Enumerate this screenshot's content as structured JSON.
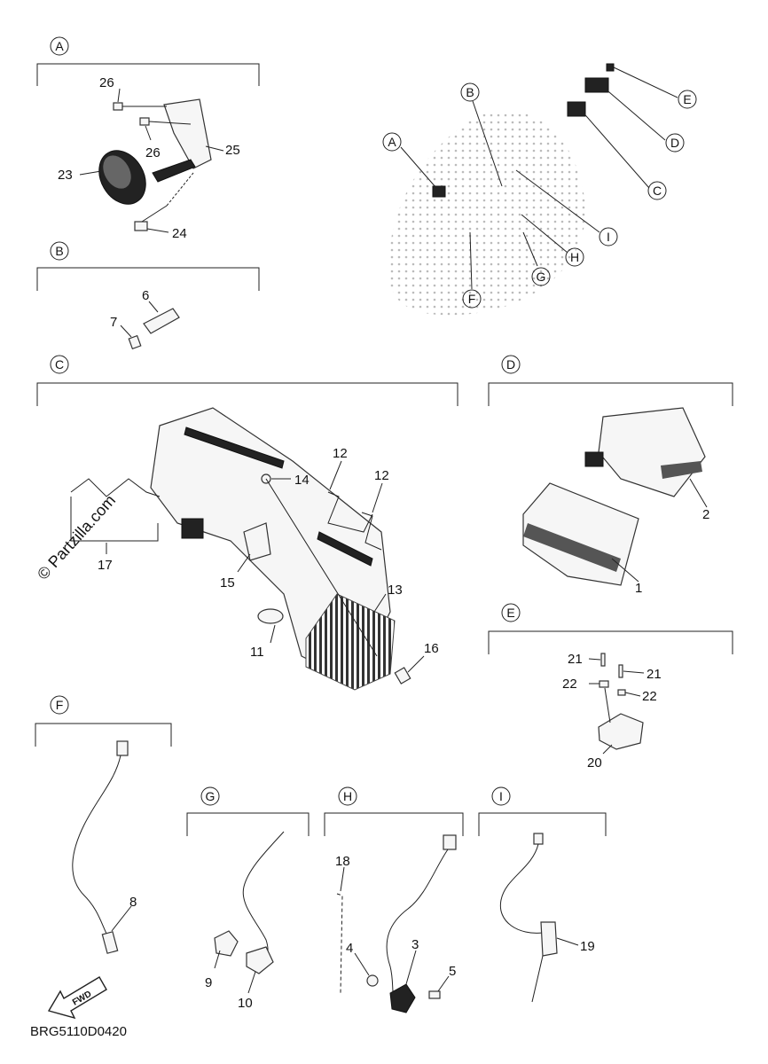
{
  "sections": [
    {
      "letter": "A"
    },
    {
      "letter": "B"
    },
    {
      "letter": "C"
    },
    {
      "letter": "D"
    },
    {
      "letter": "E"
    },
    {
      "letter": "F"
    },
    {
      "letter": "G"
    },
    {
      "letter": "H"
    },
    {
      "letter": "I"
    }
  ],
  "overview_callouts": [
    "A",
    "B",
    "C",
    "D",
    "E",
    "F",
    "G",
    "H",
    "I"
  ],
  "part_numbers": {
    "p1": "1",
    "p2": "2",
    "p3": "3",
    "p4": "4",
    "p5": "5",
    "p6": "6",
    "p7": "7",
    "p8": "8",
    "p9": "9",
    "p10": "10",
    "p11": "11",
    "p12": "12",
    "p13": "13",
    "p14": "14",
    "p15": "15",
    "p16": "16",
    "p17": "17",
    "p18": "18",
    "p19": "19",
    "p20": "20",
    "p21": "21",
    "p22": "22",
    "p23": "23",
    "p24": "24",
    "p25": "25",
    "p26": "26"
  },
  "watermark": "© Partzilla.com",
  "fwd_label": "FWD",
  "diagram_code": "BRG5110D0420"
}
